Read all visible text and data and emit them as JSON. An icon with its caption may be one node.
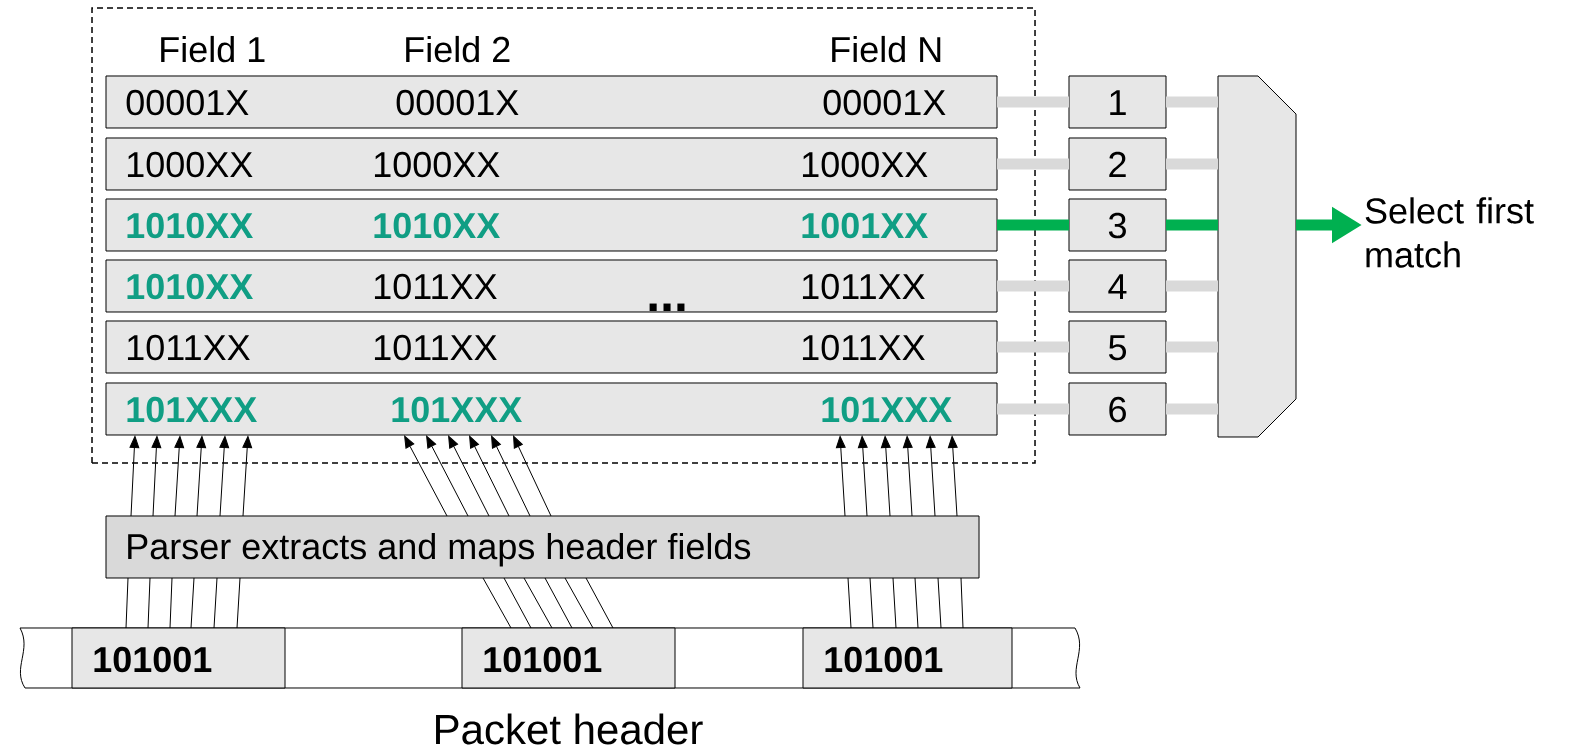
{
  "diagram": {
    "nodes": [
      {
        "text": [],
        "shape": "box"
      },
      {
        "text": [
          "00001X",
          "00001X",
          "00001X"
        ],
        "in": 0
      },
      {
        "text": [
          "1000XX",
          "1000XX",
          "1000XX"
        ],
        "in": 0
      },
      {
        "text": [
          "1010XX",
          "1010XX",
          "1001XX"
        ],
        "in": 0
      },
      {
        "text": [
          "1010XX",
          "1011XX",
          "1011XX"
        ],
        "in": 0
      },
      {
        "text": [
          "1011XX",
          "1011XX",
          "1011XX"
        ],
        "in": 0
      },
      {
        "text": [
          "101XXX",
          "101XXX",
          "101XXX"
        ],
        "in": 0
      },
      {
        "text": [
          "1"
        ]
      },
      {
        "text": [
          "2"
        ]
      },
      {
        "text": [
          "3"
        ]
      },
      {
        "text": [
          "4"
        ]
      },
      {
        "text": [
          "5"
        ]
      },
      {
        "text": [
          "6"
        ]
      },
      {
        "text": [],
        "shape": "trapezoid"
      },
      {
        "text": [
          "Select first match"
        ]
      },
      {
        "text": [
          "Parser extracts and maps header fields"
        ]
      },
      {
        "text": [],
        "shape": "bar",
        "beside": [
          "Packet header"
        ]
      },
      {
        "text": [
          "101001"
        ],
        "in": 16
      },
      {
        "text": [
          "101001"
        ],
        "in": 16
      },
      {
        "text": [
          "101001"
        ],
        "in": 16
      }
    ],
    "edges": [
      {
        "from": 1,
        "to": 7,
        "arrow": "none",
        "style": "thick",
        "color": "#d9d9d9"
      },
      {
        "from": 2,
        "to": 8,
        "arrow": "none",
        "style": "thick",
        "color": "#d9d9d9"
      },
      {
        "from": 3,
        "to": 9,
        "arrow": "none",
        "style": "thick",
        "color": "#00b050"
      },
      {
        "from": 4,
        "to": 10,
        "arrow": "none",
        "style": "thick",
        "color": "#d9d9d9"
      },
      {
        "from": 5,
        "to": 11,
        "arrow": "none",
        "style": "thick",
        "color": "#d9d9d9"
      },
      {
        "from": 6,
        "to": 12,
        "arrow": "none",
        "style": "thick",
        "color": "#d9d9d9"
      },
      {
        "from": 7,
        "to": 13,
        "arrow": "none",
        "style": "thick",
        "color": "#d9d9d9"
      },
      {
        "from": 8,
        "to": 13,
        "arrow": "none",
        "style": "thick",
        "color": "#d9d9d9"
      },
      {
        "from": 9,
        "to": 13,
        "arrow": "none",
        "style": "thick",
        "color": "#00b050"
      },
      {
        "from": 10,
        "to": 13,
        "arrow": "none",
        "style": "thick",
        "color": "#d9d9d9"
      },
      {
        "from": 11,
        "to": 13,
        "arrow": "none",
        "style": "thick",
        "color": "#d9d9d9"
      },
      {
        "from": 12,
        "to": 13,
        "arrow": "none",
        "style": "thick",
        "color": "#d9d9d9"
      },
      {
        "from": 13,
        "to": 14,
        "arrow": "to",
        "style": "thick",
        "color": "#00b050"
      },
      {
        "from": 17,
        "to": 15,
        "arrow": "none"
      },
      {
        "from": 17,
        "to": 15,
        "arrow": "none"
      },
      {
        "from": 17,
        "to": 15,
        "arrow": "none"
      },
      {
        "from": 17,
        "to": 15,
        "arrow": "none"
      },
      {
        "from": 17,
        "to": 15,
        "arrow": "none"
      },
      {
        "from": 17,
        "to": 15,
        "arrow": "none"
      },
      {
        "from": 18,
        "to": 15,
        "arrow": "none"
      },
      {
        "from": 18,
        "to": 15,
        "arrow": "none"
      },
      {
        "from": 18,
        "to": 15,
        "arrow": "none"
      },
      {
        "from": 18,
        "to": 15,
        "arrow": "none"
      },
      {
        "from": 18,
        "to": 15,
        "arrow": "none"
      },
      {
        "from": 18,
        "to": 15,
        "arrow": "none"
      },
      {
        "from": 19,
        "to": 15,
        "arrow": "none"
      },
      {
        "from": 19,
        "to": 15,
        "arrow": "none"
      },
      {
        "from": 19,
        "to": 15,
        "arrow": "none"
      },
      {
        "from": 19,
        "to": 15,
        "arrow": "none"
      },
      {
        "from": 19,
        "to": 15,
        "arrow": "none"
      },
      {
        "from": 19,
        "to": 15,
        "arrow": "none"
      },
      {
        "from": 15,
        "to": 6,
        "arrow": "to"
      },
      {
        "from": 15,
        "to": 6,
        "arrow": "to"
      },
      {
        "from": 15,
        "to": 6,
        "arrow": "to"
      },
      {
        "from": 15,
        "to": 6,
        "arrow": "to"
      },
      {
        "from": 15,
        "to": 6,
        "arrow": "to"
      },
      {
        "from": 15,
        "to": 6,
        "arrow": "to"
      },
      {
        "from": 15,
        "to": 6,
        "arrow": "to"
      },
      {
        "from": 15,
        "to": 6,
        "arrow": "to"
      },
      {
        "from": 15,
        "to": 6,
        "arrow": "to"
      },
      {
        "from": 15,
        "to": 6,
        "arrow": "to"
      },
      {
        "from": 15,
        "to": 6,
        "arrow": "to"
      },
      {
        "from": 15,
        "to": 6,
        "arrow": "to"
      },
      {
        "from": 15,
        "to": 6,
        "arrow": "to"
      },
      {
        "from": 15,
        "to": 6,
        "arrow": "to"
      },
      {
        "from": 15,
        "to": 6,
        "arrow": "to"
      },
      {
        "from": 15,
        "to": 6,
        "arrow": "to"
      },
      {
        "from": 15,
        "to": 6,
        "arrow": "to"
      },
      {
        "from": 15,
        "to": 6,
        "arrow": "to"
      }
    ],
    "labels": [
      "Field 1",
      "Field 2",
      "Field N",
      "..."
    ]
  }
}
